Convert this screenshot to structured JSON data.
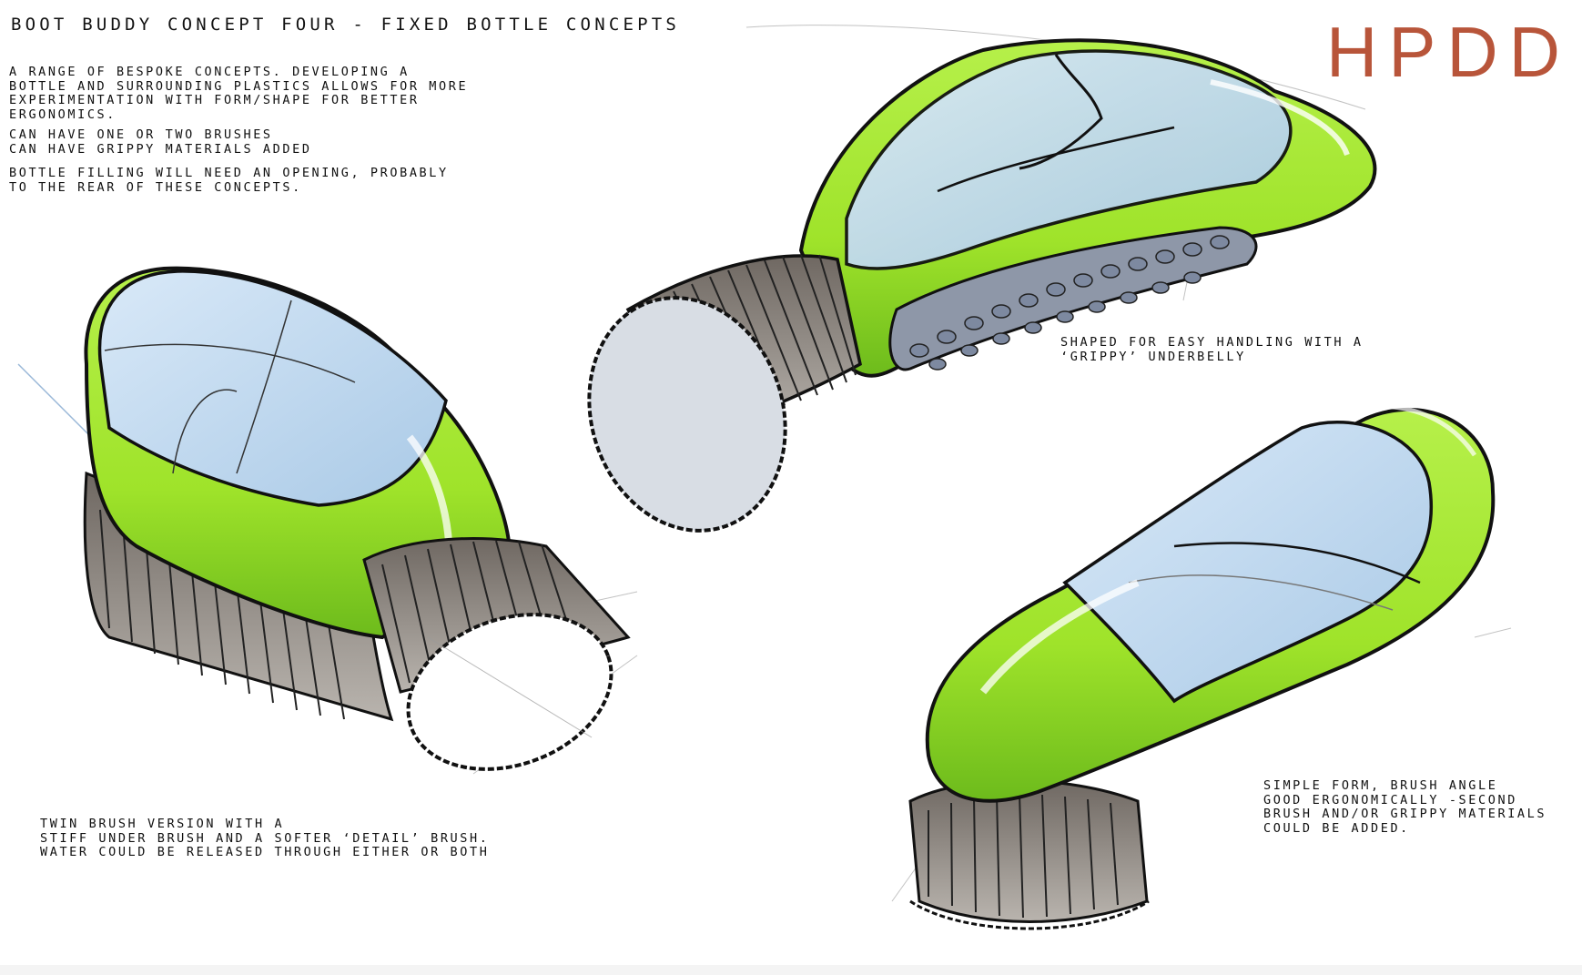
{
  "sheet": {
    "title": "BOOT BUDDY CONCEPT FOUR - FIXED BOTTLE CONCEPTS",
    "logo": "HPDD",
    "intro": [
      "A RANGE OF BESPOKE CONCEPTS. DEVELOPING A\nBOTTLE AND SURROUNDING PLASTICS ALLOWS FOR MORE\nEXPERIMENTATION WITH FORM/SHAPE FOR BETTER\nERGONOMICS.",
      "CAN HAVE ONE OR TWO BRUSHES\nCAN HAVE GRIPPY MATERIALS ADDED",
      "BOTTLE FILLING WILL NEED AN OPENING, PROBABLY\nTO THE REAR OF THESE CONCEPTS."
    ]
  },
  "annotations": {
    "grip": "SHAPED FOR EASY HANDLING WITH A\n‘GRIPPY’ UNDERBELLY",
    "twin": "TWIN BRUSH VERSION WITH A\nSTIFF UNDER BRUSH AND A SOFTER ‘DETAIL’ BRUSH.\nWATER COULD BE RELEASED THROUGH EITHER OR BOTH",
    "simple": "SIMPLE FORM, BRUSH ANGLE\nGOOD ERGONOMICALLY -SECOND\nBRUSH AND/OR GRIPPY MATERIALS\nCOULD BE ADDED."
  },
  "palette": {
    "body_green": "#9fe32a",
    "green_shadow": "#6dbb1c",
    "glass_blue": "#bcd8f0",
    "bristle_grey": "#8b8680",
    "outline": "#111111",
    "logo": "#b8553a"
  }
}
